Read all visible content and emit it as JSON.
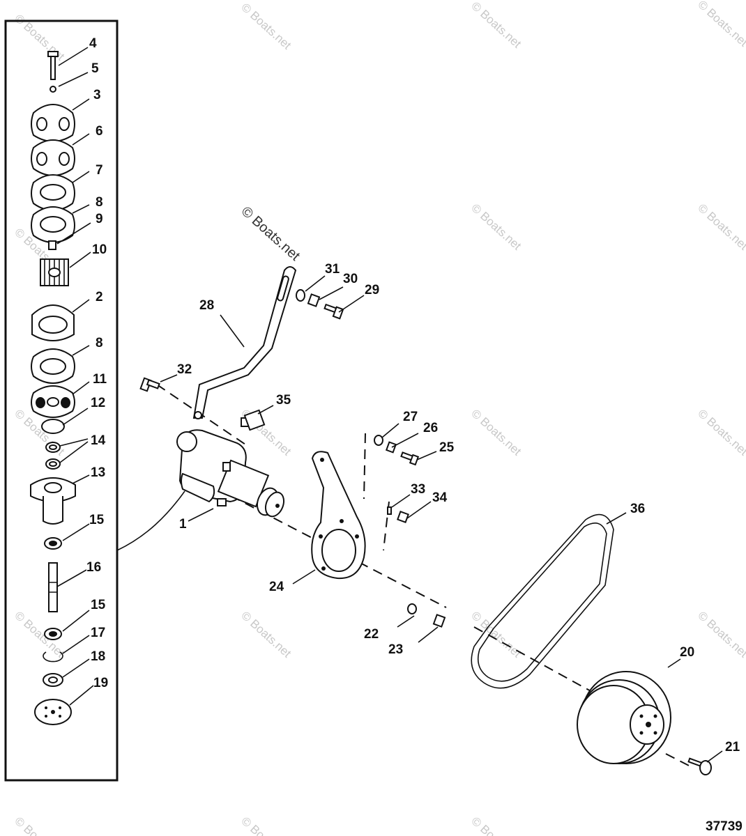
{
  "watermark": {
    "text": "© Boats.net"
  },
  "figure_number": "37739",
  "callouts": [
    {
      "id": "c4",
      "label": "4"
    },
    {
      "id": "c5",
      "label": "5"
    },
    {
      "id": "c3",
      "label": "3"
    },
    {
      "id": "c6",
      "label": "6"
    },
    {
      "id": "c7",
      "label": "7"
    },
    {
      "id": "c8a",
      "label": "8"
    },
    {
      "id": "c9",
      "label": "9"
    },
    {
      "id": "c10",
      "label": "10"
    },
    {
      "id": "c2",
      "label": "2"
    },
    {
      "id": "c8b",
      "label": "8"
    },
    {
      "id": "c11",
      "label": "11"
    },
    {
      "id": "c12",
      "label": "12"
    },
    {
      "id": "c14",
      "label": "14"
    },
    {
      "id": "c13",
      "label": "13"
    },
    {
      "id": "c15a",
      "label": "15"
    },
    {
      "id": "c16",
      "label": "16"
    },
    {
      "id": "c15b",
      "label": "15"
    },
    {
      "id": "c17",
      "label": "17"
    },
    {
      "id": "c18",
      "label": "18"
    },
    {
      "id": "c19",
      "label": "19"
    },
    {
      "id": "c28",
      "label": "28"
    },
    {
      "id": "c31",
      "label": "31"
    },
    {
      "id": "c30",
      "label": "30"
    },
    {
      "id": "c29",
      "label": "29"
    },
    {
      "id": "c32",
      "label": "32"
    },
    {
      "id": "c35",
      "label": "35"
    },
    {
      "id": "c27",
      "label": "27"
    },
    {
      "id": "c26",
      "label": "26"
    },
    {
      "id": "c25",
      "label": "25"
    },
    {
      "id": "c33",
      "label": "33"
    },
    {
      "id": "c34",
      "label": "34"
    },
    {
      "id": "c1",
      "label": "1"
    },
    {
      "id": "c24",
      "label": "24"
    },
    {
      "id": "c36",
      "label": "36"
    },
    {
      "id": "c22",
      "label": "22"
    },
    {
      "id": "c23",
      "label": "23"
    },
    {
      "id": "c20",
      "label": "20"
    },
    {
      "id": "c21",
      "label": "21"
    }
  ]
}
